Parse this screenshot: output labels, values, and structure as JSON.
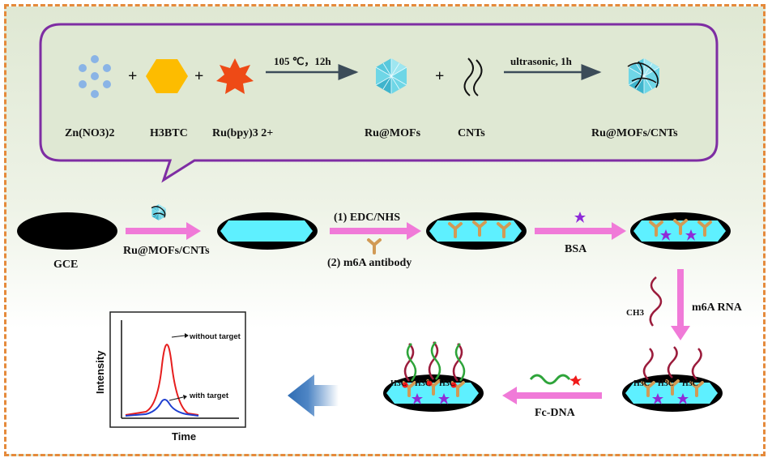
{
  "synthesis": {
    "reagent1": "Zn(NO3)2",
    "reagent2": "H3BTC",
    "reagent3": "Ru(bpy)3 2+",
    "condition1": "105 ℃，12h",
    "product1": "Ru@MOFs",
    "reagent4": "CNTs",
    "condition2": "ultrasonic, 1h",
    "product2": "Ru@MOFs/CNTs",
    "plus": "+"
  },
  "assembly": {
    "electrode": "GCE",
    "step1": "Ru@MOFs/CNTs",
    "step2a": "(1) EDC/NHS",
    "step2b": "(2) m6A antibody",
    "step3": "BSA",
    "step4": "m6A RNA",
    "step5": "Fc-DNA",
    "methyl": "CH3",
    "methyl_label": "H3C"
  },
  "plot": {
    "ylabel": "Intensity",
    "xlabel": "Time",
    "curve1": "without target",
    "curve2": "with target",
    "colors": {
      "without_target": "#e61e1e",
      "with_target": "#1f3fd0"
    }
  },
  "colors": {
    "frame": "#e58a3b",
    "bubble": "#7e2da3",
    "arrow": "#f07ad8",
    "electrode_fill": "#5ef0ff",
    "antibody": "#d19a55",
    "star": "#8e2bd8"
  }
}
